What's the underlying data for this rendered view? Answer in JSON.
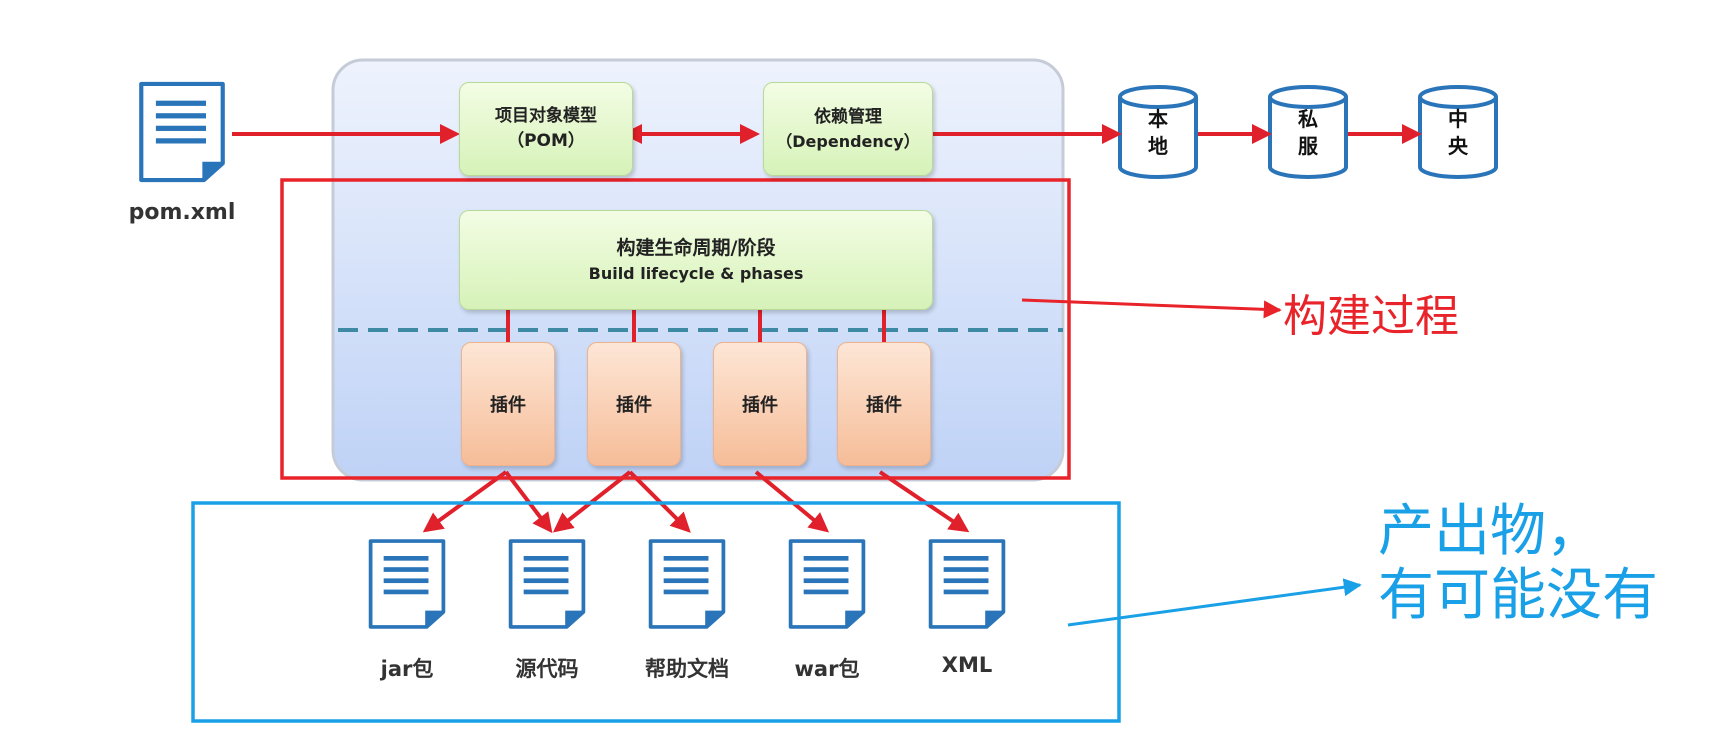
{
  "input_file": {
    "label": "pom.xml"
  },
  "core": {
    "pom": {
      "line1": "项目对象模型",
      "line2": "（POM）"
    },
    "dependency": {
      "line1": "依赖管理",
      "line2": "（Dependency）"
    },
    "lifecycle": {
      "line1": "构建生命周期/阶段",
      "line2": "Build lifecycle & phases"
    },
    "plugins": [
      "插件",
      "插件",
      "插件",
      "插件"
    ]
  },
  "repositories": [
    {
      "line1": "本",
      "line2": "地"
    },
    {
      "line1": "私",
      "line2": "服"
    },
    {
      "line1": "中",
      "line2": "央"
    }
  ],
  "outputs": [
    "jar包",
    "源代码",
    "帮助文档",
    "war包",
    "XML"
  ],
  "annotations": {
    "build_process": "构建过程",
    "artifacts_line1": "产出物，",
    "artifacts_line2": "有可能没有"
  },
  "colors": {
    "arrow_red": "#e0202a",
    "highlight_red": "#e8232a",
    "highlight_blue": "#1aa0e6",
    "doc_blue": "#2a74b9",
    "panel_bg": "#dfe8fb"
  }
}
